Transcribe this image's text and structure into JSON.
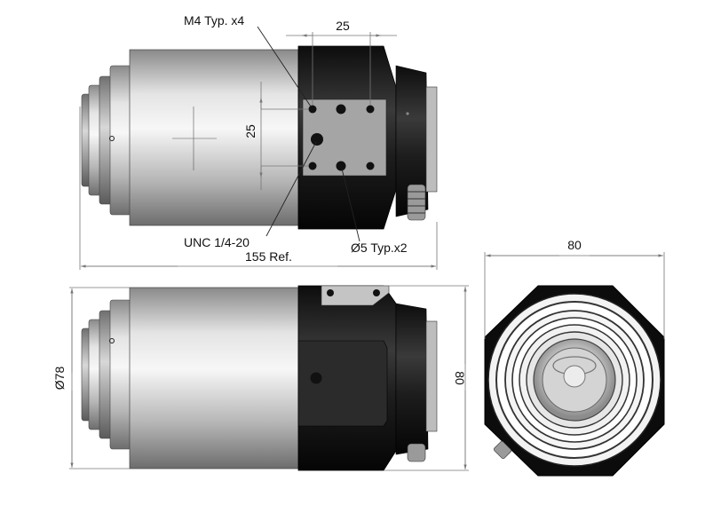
{
  "drawing": {
    "dimensions": {
      "top_hole_spacing": "25",
      "side_hole_spacing": "25",
      "overall_length": "155 Ref.",
      "body_diameter": "Ø78",
      "hex_height": "80",
      "hex_width": "80"
    },
    "callouts": {
      "tapped_holes": "M4 Typ. x4",
      "tripod_thread": "UNC 1/4-20",
      "pin_holes": "Ø5 Typ.x2"
    },
    "views": [
      "top-view",
      "side-view",
      "front-view"
    ]
  }
}
